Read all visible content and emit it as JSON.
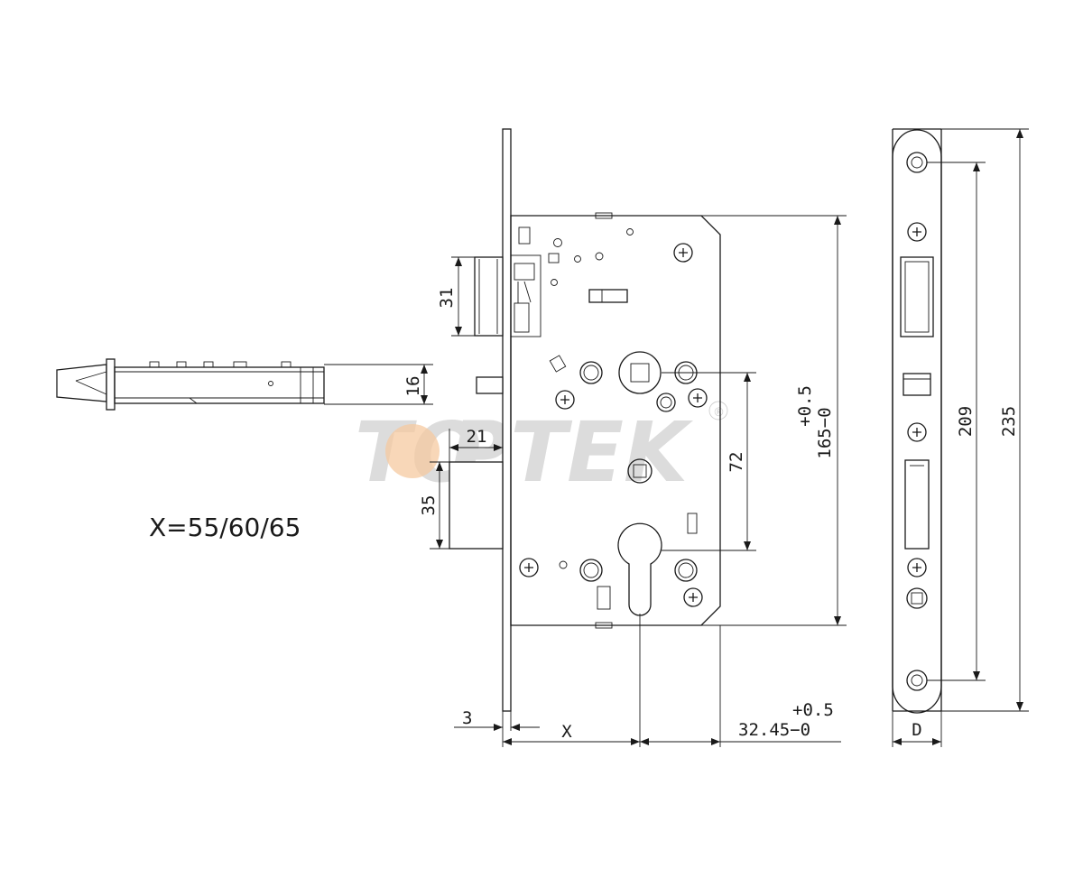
{
  "watermark": {
    "prefix": "TO",
    "suffix": "PTEK",
    "mark": "®",
    "accent_color": "#f5c9a0",
    "base_color": "#dcdcdc"
  },
  "formula": "X=55/60/65",
  "dimensions": {
    "latch_height": "31",
    "bolt_thickness": "16",
    "bolt_width": "21",
    "bolt_height": "35",
    "spindle_to_cylinder": "72",
    "case_height_tol": "+0.5",
    "case_height": "165−0",
    "faceplate_thickness": "3",
    "backset": "X",
    "case_depth_tol": "+0.5",
    "case_depth": "32.45−0",
    "screw_pitch": "209",
    "faceplate_length": "235",
    "faceplate_width": "D"
  }
}
